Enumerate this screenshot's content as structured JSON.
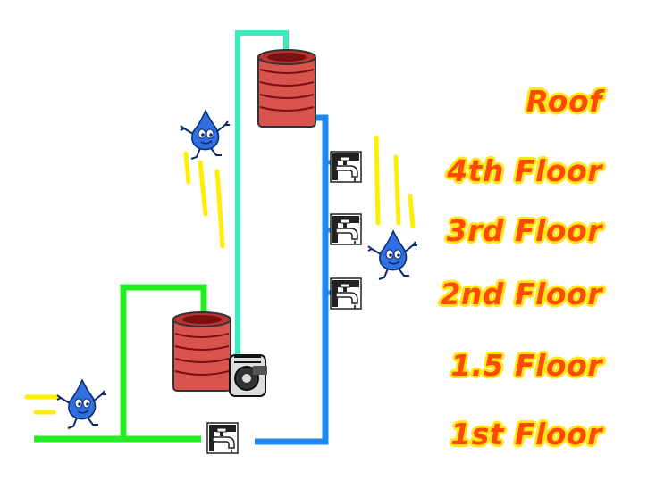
{
  "floors": [
    {
      "id": "roof",
      "label": "Roof"
    },
    {
      "id": "fourth",
      "label": "4th Floor"
    },
    {
      "id": "third",
      "label": "3rd Floor"
    },
    {
      "id": "second",
      "label": "2nd Floor"
    },
    {
      "id": "one-half",
      "label": "1.5 Floor"
    },
    {
      "id": "first",
      "label": "1st Floor"
    }
  ],
  "colors": {
    "supply_pipe": "#22ee22",
    "pump_pipe": "#33eebb",
    "distribution_pipe": "#1e88f0",
    "tank": "#d9534f",
    "tank_dark": "#7a1010",
    "label_text": "#ff4a00",
    "label_outline": "#ffe81a",
    "motion_lines": "#ffee00",
    "water_drop": "#2f6fe0"
  },
  "icons": [
    "water-tank-icon",
    "pump-icon",
    "faucet-icon",
    "water-drop-mascot-icon",
    "motion-lines-icon"
  ]
}
